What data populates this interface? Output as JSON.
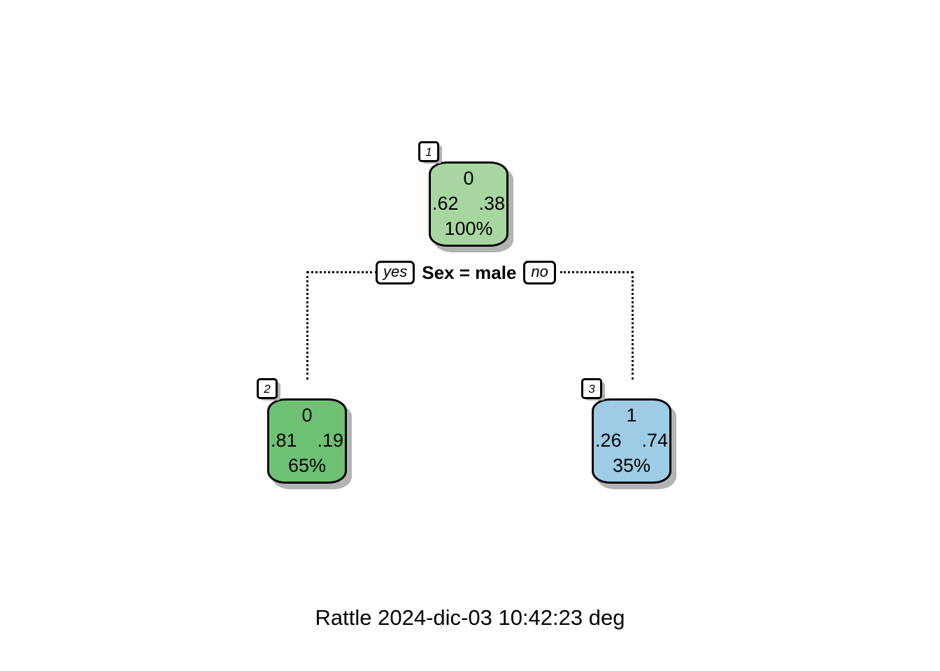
{
  "chart_data": {
    "type": "diagram",
    "diagram_kind": "decision-tree",
    "title": "",
    "caption": "Rattle 2024-dic-03 10:42:23 deg",
    "class_labels": [
      "0",
      "1"
    ],
    "nodes": [
      {
        "id": "1",
        "predicted_class": "0",
        "probabilities": [
          ".62",
          ".38"
        ],
        "percent": "100%",
        "fill": "#a8d6a0",
        "role": "root"
      },
      {
        "id": "2",
        "predicted_class": "0",
        "probabilities": [
          ".81",
          ".19"
        ],
        "percent": "65%",
        "fill": "#6ec173",
        "role": "leaf"
      },
      {
        "id": "3",
        "predicted_class": "1",
        "probabilities": [
          ".26",
          ".74"
        ],
        "percent": "35%",
        "fill": "#9dcce4",
        "role": "leaf"
      }
    ],
    "splits": [
      {
        "parent": "1",
        "condition": "Sex = male",
        "yes_label": "yes",
        "no_label": "no",
        "yes_child": "2",
        "no_child": "3"
      }
    ]
  },
  "caption": "Rattle 2024-dic-03 10:42:23 deg"
}
